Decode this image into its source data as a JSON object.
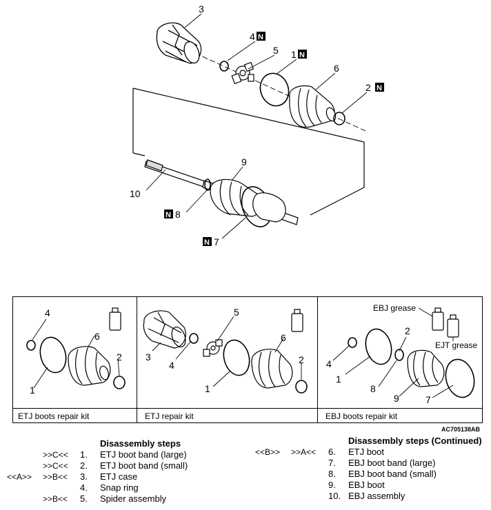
{
  "diagram": {
    "callouts": {
      "c3": "3",
      "c4": "4",
      "c5": "5",
      "c1": "1",
      "c6": "6",
      "c2": "2",
      "c9": "9",
      "c10": "10",
      "c8": "8",
      "c7": "7"
    },
    "new_part_mark": "N",
    "reference_code": "AC705138AB"
  },
  "kits": [
    {
      "label": "ETJ boots repair kit",
      "callouts": [
        "4",
        "6",
        "2",
        "1"
      ]
    },
    {
      "label": "ETJ repair kit",
      "callouts": [
        "5",
        "6",
        "3",
        "4",
        "2",
        "1"
      ]
    },
    {
      "label": "EBJ boots repair kit",
      "callouts": [
        "EBJ grease",
        "2",
        "EJT grease",
        "4",
        "1",
        "8",
        "9",
        "7"
      ]
    }
  ],
  "steps": {
    "left_title": "Disassembly steps",
    "right_title": "Disassembly steps (Continued)",
    "left": [
      {
        "prefix": "",
        "marker": ">>C<<",
        "num": "1.",
        "text": "ETJ boot band (large)"
      },
      {
        "prefix": "",
        "marker": ">>C<<",
        "num": "2.",
        "text": "ETJ boot band (small)"
      },
      {
        "prefix": "<<A>>",
        "marker": ">>B<<",
        "num": "3.",
        "text": "ETJ case"
      },
      {
        "prefix": "",
        "marker": "",
        "num": "4.",
        "text": "Snap ring"
      },
      {
        "prefix": "",
        "marker": ">>B<<",
        "num": "5.",
        "text": "Spider assembly"
      }
    ],
    "right": [
      {
        "prefix": "<<B>>",
        "marker": ">>A<<",
        "num": "6.",
        "text": "ETJ boot"
      },
      {
        "prefix": "",
        "marker": "",
        "num": "7.",
        "text": "EBJ boot band (large)"
      },
      {
        "prefix": "",
        "marker": "",
        "num": "8.",
        "text": "EBJ boot band (small)"
      },
      {
        "prefix": "",
        "marker": "",
        "num": "9.",
        "text": "EBJ boot"
      },
      {
        "prefix": "",
        "marker": "",
        "num": "10.",
        "text": "EBJ assembly"
      }
    ]
  }
}
